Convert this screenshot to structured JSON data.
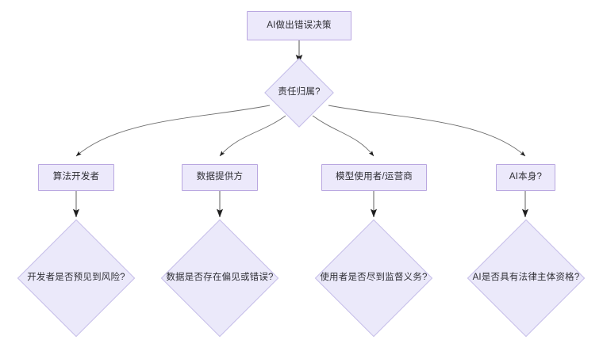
{
  "diagram": {
    "type": "flowchart",
    "title_node": {
      "id": "start",
      "shape": "rect",
      "label": "AI做出错误决策"
    },
    "decision_root": {
      "id": "d0",
      "shape": "diamond",
      "label": "责任归属?"
    },
    "branches": [
      {
        "id": "b1",
        "actor": {
          "id": "n1",
          "shape": "rect",
          "label": "算法开发者"
        },
        "question": {
          "id": "q1",
          "shape": "diamond",
          "label": "开发者是否预见到风险?"
        }
      },
      {
        "id": "b2",
        "actor": {
          "id": "n2",
          "shape": "rect",
          "label": "数据提供方"
        },
        "question": {
          "id": "q2",
          "shape": "diamond",
          "label": "数据是否存在偏见或错误?"
        }
      },
      {
        "id": "b3",
        "actor": {
          "id": "n3",
          "shape": "rect",
          "label": "模型使用者/运营商"
        },
        "question": {
          "id": "q3",
          "shape": "diamond",
          "label": "使用者是否尽到监督义务?"
        }
      },
      {
        "id": "b4",
        "actor": {
          "id": "n4",
          "shape": "rect",
          "label": "AI本身?"
        },
        "question": {
          "id": "q4",
          "shape": "diamond",
          "label": "AI是否具有法律主体资格?"
        }
      }
    ],
    "colors": {
      "node_fill": "#ece9fb",
      "rect_border": "#b9a7e0",
      "diamond_fill": "#ebe9fa",
      "diamond_border": "#c5bde8",
      "edge_stroke": "#707070",
      "arrow_head": "#1f1f1f",
      "text": "#2f2f35",
      "background": "#ffffff"
    }
  }
}
